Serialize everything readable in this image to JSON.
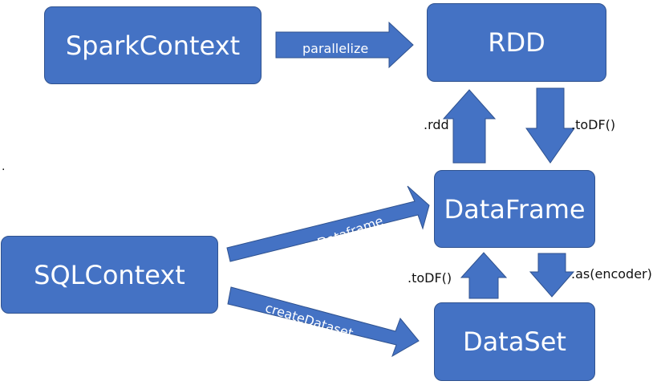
{
  "nodes": {
    "spark_context": "SparkContext",
    "rdd": "RDD",
    "dataframe": "DataFrame",
    "sql_context": "SQLContext",
    "dataset": "DataSet"
  },
  "edges": {
    "parallelize": "parallelize",
    "rdd": ".rdd",
    "todf_from_rdd": ".toDF()",
    "read_create_dataframe": "read, createDataframe",
    "create_dataset": "createDataset",
    "todf_from_dataset": ".toDF()",
    "as_encoder": ".as(encoder)"
  },
  "stray_mark": ".",
  "colors": {
    "node_fill": "#4472c4",
    "node_border": "#2f528f",
    "node_text": "#ffffff",
    "edge_label_text": "#111111"
  }
}
